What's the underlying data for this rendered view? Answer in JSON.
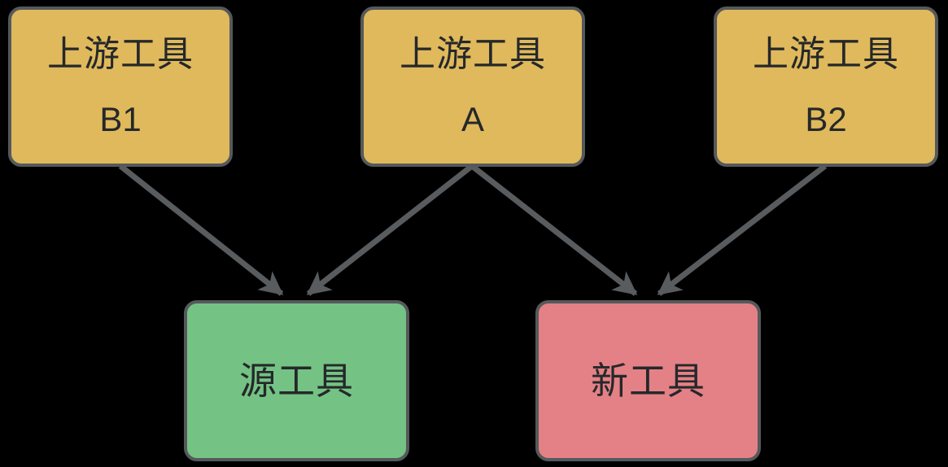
{
  "diagram": {
    "background_color": "#000000",
    "border_color": "#55595B",
    "arrow_color": "#595C5E",
    "text_color": "#25282A",
    "nodes": {
      "upstream_b1": {
        "line1": "上游工具",
        "line2": "B1",
        "fill": "#DFB95C"
      },
      "upstream_a": {
        "line1": "上游工具",
        "line2": "A",
        "fill": "#DFB95C"
      },
      "upstream_b2": {
        "line1": "上游工具",
        "line2": "B2",
        "fill": "#DFB95C"
      },
      "source_tool": {
        "label": "源工具",
        "fill": "#74C384"
      },
      "new_tool": {
        "label": "新工具",
        "fill": "#E48186"
      }
    },
    "edges": [
      {
        "from": "upstream_b1",
        "to": "source_tool"
      },
      {
        "from": "upstream_a",
        "to": "source_tool"
      },
      {
        "from": "upstream_a",
        "to": "new_tool"
      },
      {
        "from": "upstream_b2",
        "to": "new_tool"
      }
    ]
  }
}
